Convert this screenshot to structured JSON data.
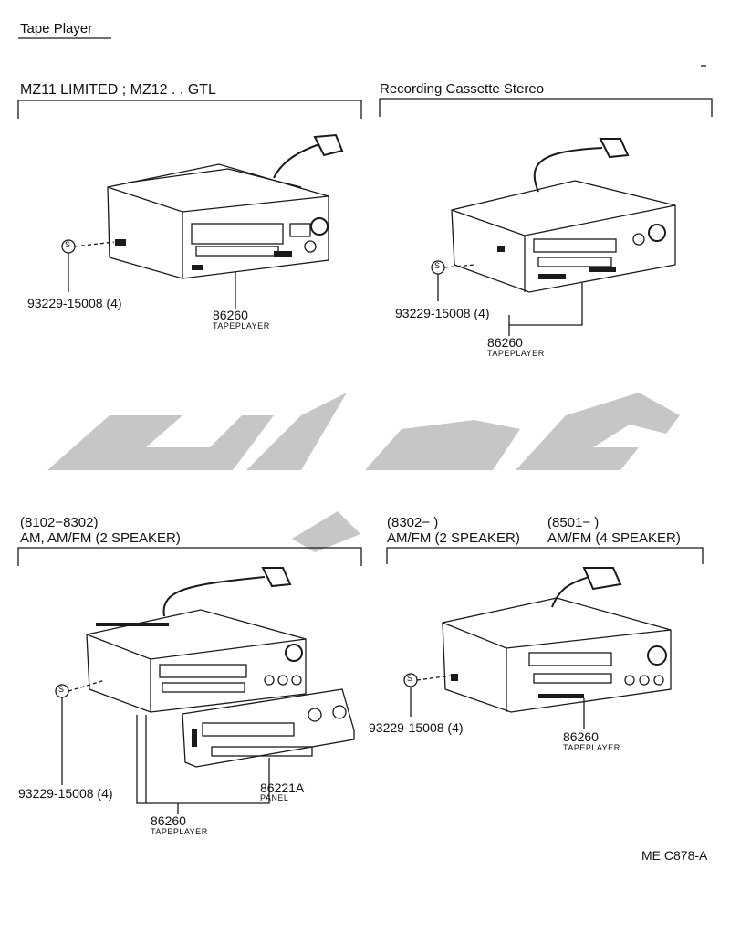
{
  "page_title": "Tape Player",
  "figure_code": "ME C878-A",
  "sections": [
    {
      "heading": "MZ11 LIMITED ; MZ12 . . GTL",
      "screw_part": "93229-15008 (4)",
      "screw_symbol": "S",
      "unit_part_number": "86260",
      "unit_name": "TAPEPLAYER"
    },
    {
      "heading": "Recording Cassette Stereo",
      "screw_part": "93229-15008 (4)",
      "screw_symbol": "S",
      "unit_part_number": "86260",
      "unit_name": "TAPEPLAYER"
    },
    {
      "heading_line1": "(8102−8302)",
      "heading_line2": "AM, AM/FM (2 SPEAKER)",
      "screw_part": "93229-15008 (4)",
      "screw_symbol": "S",
      "panel_part_number": "86221A",
      "panel_name": "PANEL",
      "unit_part_number": "86260",
      "unit_name": "TAPEPLAYER"
    },
    {
      "heading_a_line1": "(8302−          )",
      "heading_a_line2": "AM/FM (2 SPEAKER)",
      "heading_b_line1": "(8501−          )",
      "heading_b_line2": "AM/FM (4 SPEAKER)",
      "screw_part": "93229-15008 (4)",
      "screw_symbol": "S",
      "unit_part_number": "86260",
      "unit_name": "TAPEPLAYER"
    }
  ]
}
